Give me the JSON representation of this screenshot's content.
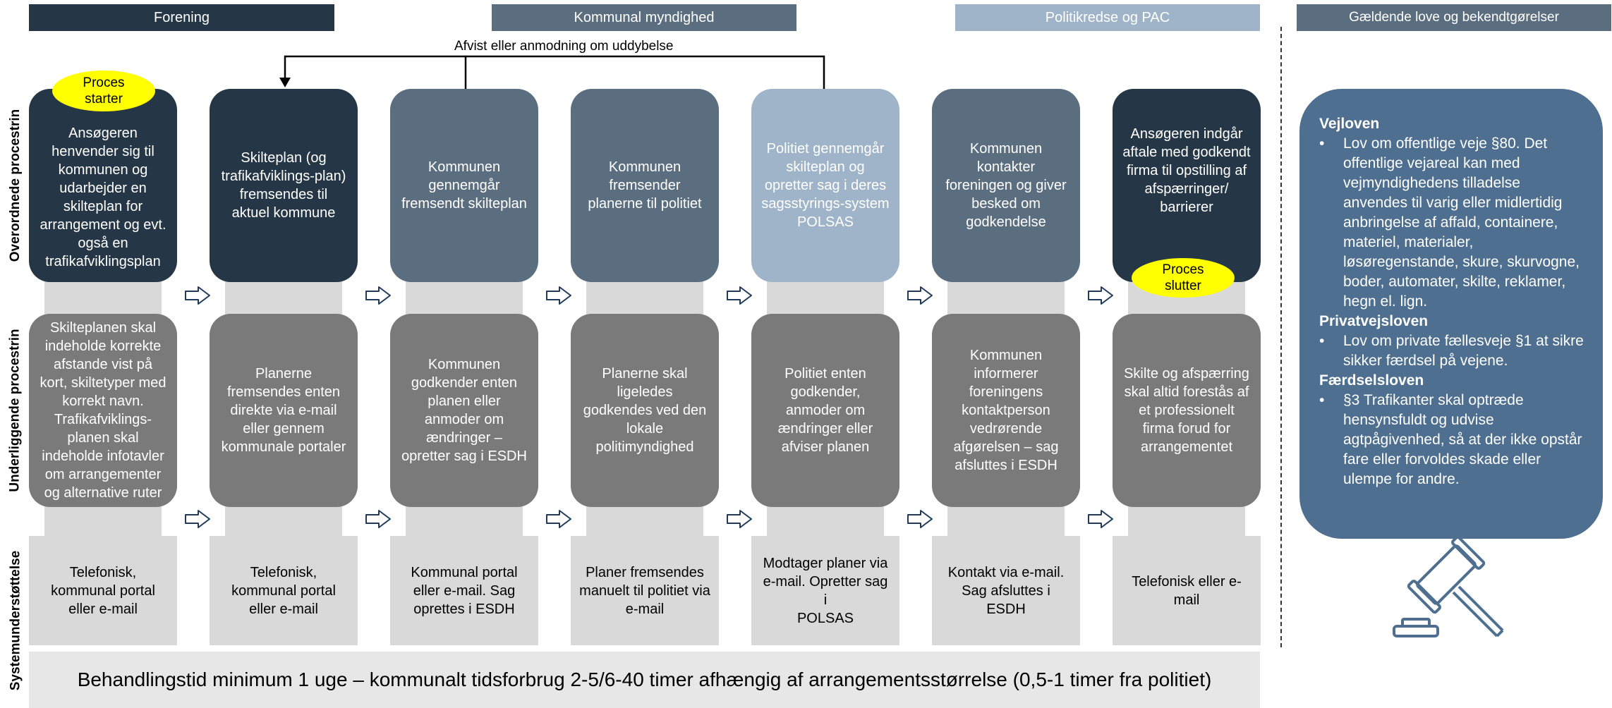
{
  "headers": {
    "forening": "Forening",
    "kommunal": "Kommunal myndighed",
    "politi": "Politikredse og PAC",
    "love": "Gældende love og bekendtgørelser"
  },
  "row_labels": {
    "overordnede": "Overordnede procestrin",
    "underliggende": "Underliggende procestrin",
    "system": "Systemunderstøttelse"
  },
  "feedback_label": "Afvist eller anmodning om uddybelse",
  "start_label": "Proces\nstarter",
  "end_label": "Proces\nslutter",
  "overordnede": [
    "Ansøgeren henvender sig til kommunen og udarbejder en skilteplan for arrangement og evt. også en trafikafviklingsplan",
    "Skilteplan (og trafikafviklings-plan) fremsendes til aktuel kommune",
    "Kommunen gennemgår fremsendt skilteplan",
    "Kommunen fremsender planerne til politiet",
    "Politiet gennemgår skilteplan og opretter sag i deres sagsstyrings-system POLSAS",
    "Kommunen kontakter foreningen og giver besked om godkendelse",
    "Ansøgeren indgår aftale med godkendt firma til opstilling af afspærringer/ barrierer"
  ],
  "underliggende": [
    "Skilteplanen skal indeholde korrekte afstande vist på kort, skiltetyper med korrekt navn. Trafikafviklings-planen skal indeholde infotavler om arrangementer og alternative ruter",
    "Planerne fremsendes enten direkte via e-mail eller gennem kommunale portaler",
    "Kommunen godkender enten planen eller anmoder om ændringer – opretter sag i ESDH",
    "Planerne skal ligeledes godkendes ved den lokale politimyndighed",
    "Politiet enten godkender, anmoder om ændringer eller afviser planen",
    "Kommunen informerer foreningens kontaktperson vedrørende afgørelsen – sag afsluttes i ESDH",
    "Skilte og afspærring skal altid forestås af et professionelt firma forud for arrangementet"
  ],
  "system": [
    "Telefonisk,\nkommunal portal\neller e-mail",
    "Telefonisk,\nkommunal portal\neller e-mail",
    "Kommunal portal\neller e-mail. Sag\noprettes i ESDH",
    "Planer fremsendes\nmanuelt til politiet via\ne-mail",
    "Modtager planer via\ne-mail. Opretter sag i\nPOLSAS",
    "Kontakt via e-mail.\nSag afsluttes i\nESDH",
    "Telefonisk eller e-\nmail"
  ],
  "footer": "Behandlingstid minimum 1 uge – kommunalt tidsforbrug 2-5/6-40 timer afhængig af arrangementsstørrelse (0,5-1 timer fra politiet)",
  "laws": [
    {
      "title": "Vejloven",
      "bullet": "Lov om offentlige veje §80. Det offentlige vejareal kan med vejmyndighedens tilladelse anvendes til varig eller midlertidig anbringelse af affald, containere, materiel, materialer, løsøregenstande, skure, skurvogne, boder, automater, skilte, reklamer, hegn el. lign."
    },
    {
      "title": "Privatvejsloven",
      "bullet": "Lov om private fællesveje §1 at sikre sikker færdsel på vejene."
    },
    {
      "title": "Færdselsloven",
      "bullet": "§3 Trafikanter skal optræde hensynsfuldt og udvise agtpågivenhed, så at der ikke opstår fare eller forvoldes skade eller ulempe for andre."
    }
  ],
  "colors": {
    "header_dark": "#253746",
    "header_mid": "#5b6e7f",
    "header_light": "#9fb4c8",
    "box_dark": "#253746",
    "box_mid": "#5b6e7f",
    "box_light": "#9fb4c8",
    "box_gray": "#7a7a7a",
    "lane_gray": "#d9d9d9",
    "law_panel": "#4e6f8f",
    "start_end": "#ffff00"
  },
  "icons": {
    "gavel": "gavel-icon",
    "arrow": "right-arrow-icon"
  }
}
